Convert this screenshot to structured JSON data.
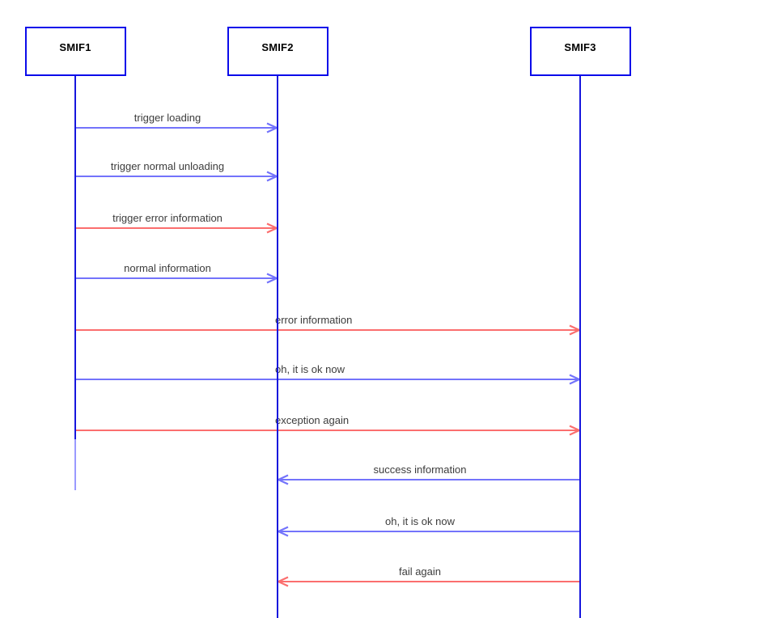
{
  "diagram": {
    "type": "sequence",
    "actors": [
      {
        "id": "SMIF1",
        "label": "SMIF1"
      },
      {
        "id": "SMIF2",
        "label": "SMIF2"
      },
      {
        "id": "SMIF3",
        "label": "SMIF3"
      }
    ],
    "messages": [
      {
        "from": "SMIF1",
        "to": "SMIF2",
        "label": "trigger loading",
        "color": "blue"
      },
      {
        "from": "SMIF1",
        "to": "SMIF2",
        "label": "trigger normal unloading",
        "color": "blue"
      },
      {
        "from": "SMIF1",
        "to": "SMIF2",
        "label": "trigger error information",
        "color": "red"
      },
      {
        "from": "SMIF1",
        "to": "SMIF2",
        "label": "normal information",
        "color": "blue"
      },
      {
        "from": "SMIF1",
        "to": "SMIF3",
        "label": "error information",
        "color": "red"
      },
      {
        "from": "SMIF1",
        "to": "SMIF3",
        "label": "oh, it is ok now",
        "color": "blue"
      },
      {
        "from": "SMIF1",
        "to": "SMIF3",
        "label": "exception again",
        "color": "red"
      },
      {
        "from": "SMIF3",
        "to": "SMIF2",
        "label": "success information",
        "color": "blue"
      },
      {
        "from": "SMIF3",
        "to": "SMIF2",
        "label": "oh, it is ok now",
        "color": "blue"
      },
      {
        "from": "SMIF3",
        "to": "SMIF2",
        "label": "fail again",
        "color": "red"
      }
    ],
    "colors": {
      "actor_border": "#0b0bea",
      "actor_text": "#000000",
      "lifeline": "#1616dd",
      "lifeline_fade": "#9a9aff",
      "message_blue": "#7373fb",
      "message_red": "#fb6e6e",
      "label_text": "#3c3c3c",
      "background": "#ffffff"
    }
  }
}
